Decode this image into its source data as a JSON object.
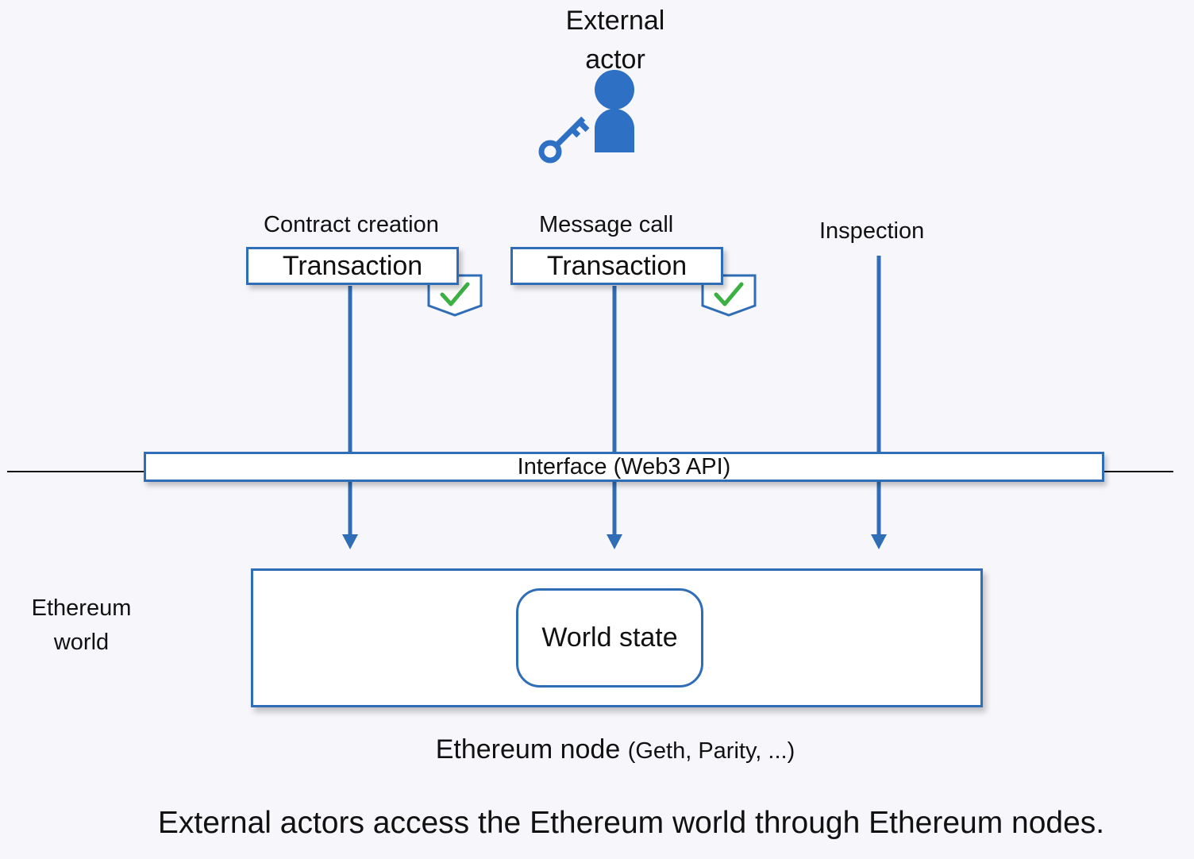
{
  "actor": {
    "label_line1": "External",
    "label_line2": "actor",
    "icons": [
      "person-icon",
      "key-icon"
    ]
  },
  "operations": [
    {
      "label": "Contract creation",
      "box": "Transaction",
      "validated": true
    },
    {
      "label": "Message call",
      "box": "Transaction",
      "validated": true
    },
    {
      "label": "Inspection"
    }
  ],
  "interface": {
    "label": "Interface (Web3 API)"
  },
  "world": {
    "line1": "Ethereum",
    "line2": "world"
  },
  "world_state": {
    "label": "World state"
  },
  "node": {
    "label": "Ethereum node",
    "clients": "(Geth, Parity, ...)"
  },
  "caption": "External actors access the Ethereum world through Ethereum nodes.",
  "colors": {
    "accent": "#2f6db6",
    "icon": "#2e70c4",
    "check": "#3cb043",
    "background": "#f7f7fb"
  }
}
